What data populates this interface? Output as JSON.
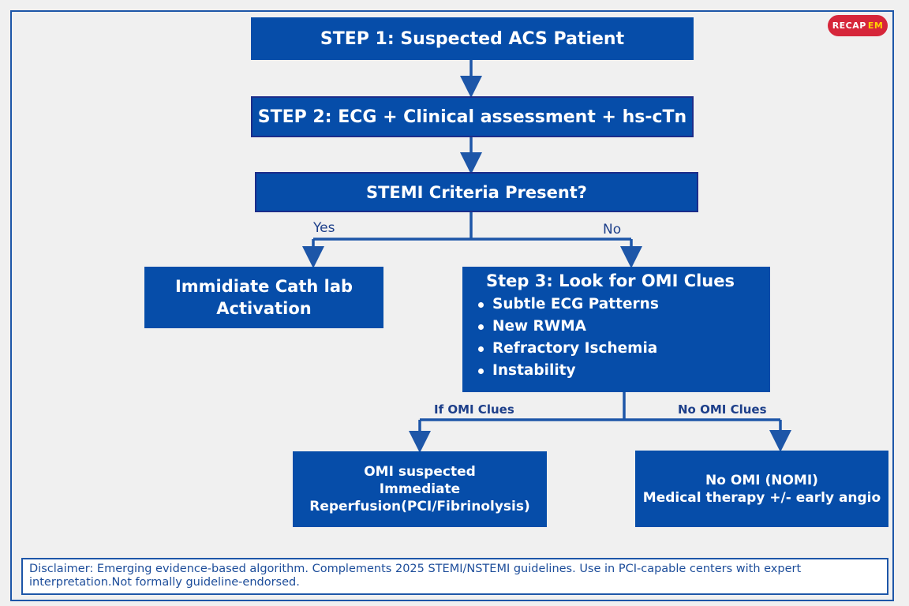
{
  "logo": {
    "text": "RECAP EM",
    "part1": "REC",
    "part2": "AP",
    "part3": "EM"
  },
  "steps": {
    "step1": "STEP 1: Suspected ACS Patient",
    "step2": "STEP 2: ECG + Clinical assessment + hs-cTn",
    "stemi": "STEMI Criteria Present?"
  },
  "branches": {
    "yes": "Yes",
    "no": "No",
    "if_omi": "If OMI Clues",
    "no_omi": "No OMI Clues"
  },
  "cath": {
    "line1": "Immidiate Cath lab",
    "line2": "Activation"
  },
  "step3": {
    "title": "Step 3: Look for OMI Clues",
    "clues": [
      "Subtle ECG Patterns",
      "New RWMA",
      "Refractory Ischemia",
      "Instability"
    ]
  },
  "omi": {
    "line1": "OMI suspected",
    "line2": "Immediate",
    "line3": "Reperfusion(PCI/Fibrinolysis)"
  },
  "nomi": {
    "line1": "No OMI (NOMI)",
    "line2": "Medical therapy +/- early angio"
  },
  "disclaimer": "Disclaimer: Emerging evidence-based algorithm. Complements 2025 STEMI/NSTEMI guidelines. Use in PCI-capable centers with expert interpretation.Not formally guideline-endorsed.",
  "colors": {
    "box": "#064da9",
    "arrow": "#1d56a8",
    "background": "#f0f0f0"
  }
}
